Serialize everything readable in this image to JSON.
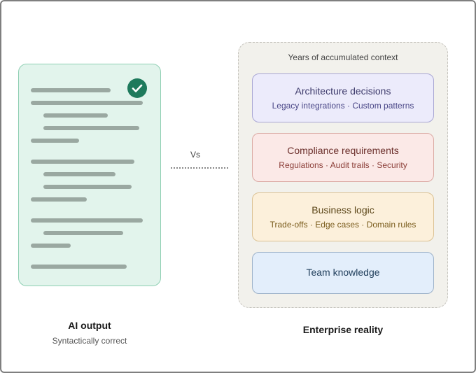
{
  "left": {
    "title": "AI output",
    "subtitle": "Syntactically correct",
    "check_icon": "check-circle-icon",
    "colors": {
      "card_bg": "#e2f4ec",
      "card_border": "#8fcfb3",
      "check": "#1e7a5c",
      "lines": "#9aa8a1"
    }
  },
  "connector": {
    "label": "Vs"
  },
  "right": {
    "title": "Enterprise reality",
    "container_label": "Years of accumulated context",
    "cards": [
      {
        "title": "Architecture decisions",
        "subtitle": "Legacy integrations · Custom patterns",
        "color": "#ecebfb"
      },
      {
        "title": "Compliance requirements",
        "subtitle": "Regulations · Audit trails · Security",
        "color": "#fbe9e7"
      },
      {
        "title": "Business logic",
        "subtitle": "Trade-offs · Edge cases · Domain rules",
        "color": "#fcf0db"
      },
      {
        "title": "Team knowledge",
        "subtitle": "",
        "color": "#e3eefb"
      }
    ]
  }
}
